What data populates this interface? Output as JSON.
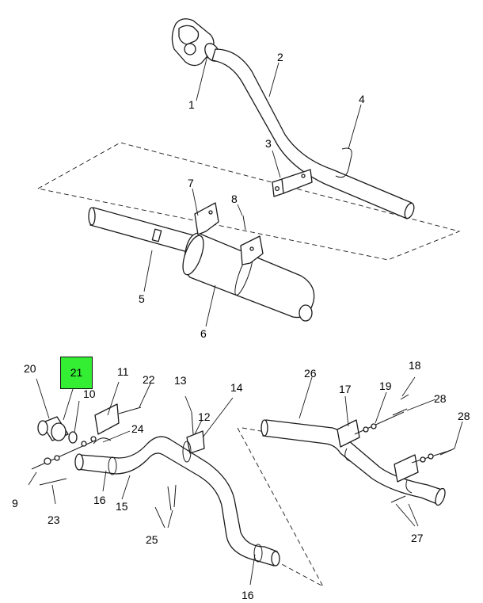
{
  "callouts": {
    "c1": "1",
    "c2": "2",
    "c3": "3",
    "c4": "4",
    "c5": "5",
    "c6": "6",
    "c7": "7",
    "c8": "8",
    "c9": "9",
    "c10": "10",
    "c11": "11",
    "c12": "12",
    "c13": "13",
    "c14": "14",
    "c15": "15",
    "c16a": "16",
    "c16b": "16",
    "c17": "17",
    "c18": "18",
    "c19": "19",
    "c20": "20",
    "c21": "21",
    "c22": "22",
    "c23": "23",
    "c24": "24",
    "c25": "25",
    "c26": "26",
    "c27": "27",
    "c28a": "28",
    "c28b": "28"
  },
  "highlight": {
    "label": "21",
    "color": "#33ee33"
  },
  "colors": {
    "line": "#1a1a1a",
    "background": "#ffffff"
  }
}
